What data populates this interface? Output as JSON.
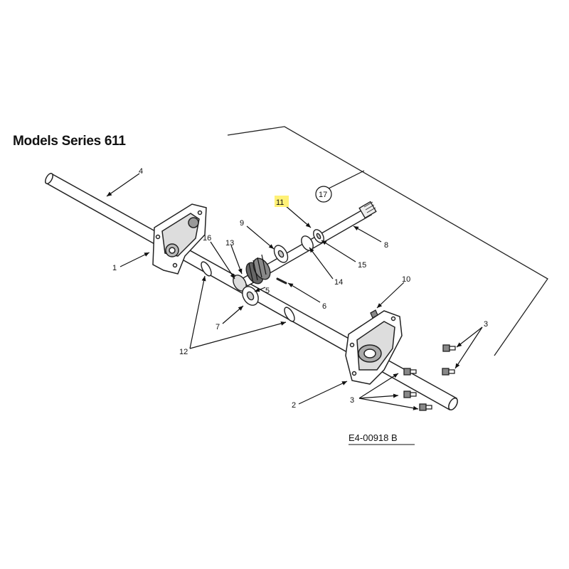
{
  "title": "Models Series 611",
  "drawing_code": "E4-00918 B",
  "highlight_color": "#fff176",
  "callouts": {
    "c1": "1",
    "c2": "2",
    "c3a": "3",
    "c3b": "3",
    "c4": "4",
    "c5": "5",
    "c6": "6",
    "c7": "7",
    "c8": "8",
    "c9": "9",
    "c10": "10",
    "c11": "11",
    "c12": "12",
    "c13": "13",
    "c14": "14",
    "c15": "15",
    "c16": "16",
    "c17": "17"
  }
}
